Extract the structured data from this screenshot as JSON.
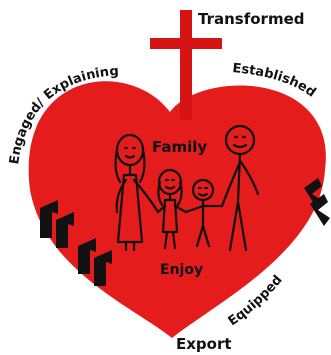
{
  "diagram": {
    "labels": {
      "top": "Transformed",
      "left_arc": "Engaged/ Explaining",
      "right_arc": "Established",
      "right_lower": "Equipped",
      "bottom": "Export",
      "inner_top": "Family",
      "inner_bottom": "Enjoy"
    },
    "colors": {
      "heart": "#e41c1c",
      "cross": "#d71414",
      "ink": "#111111",
      "background": "#ffffff"
    },
    "icons": [
      "cross-icon",
      "heart-icon",
      "stick-figure-family-icon",
      "double-chevron-icon"
    ]
  }
}
